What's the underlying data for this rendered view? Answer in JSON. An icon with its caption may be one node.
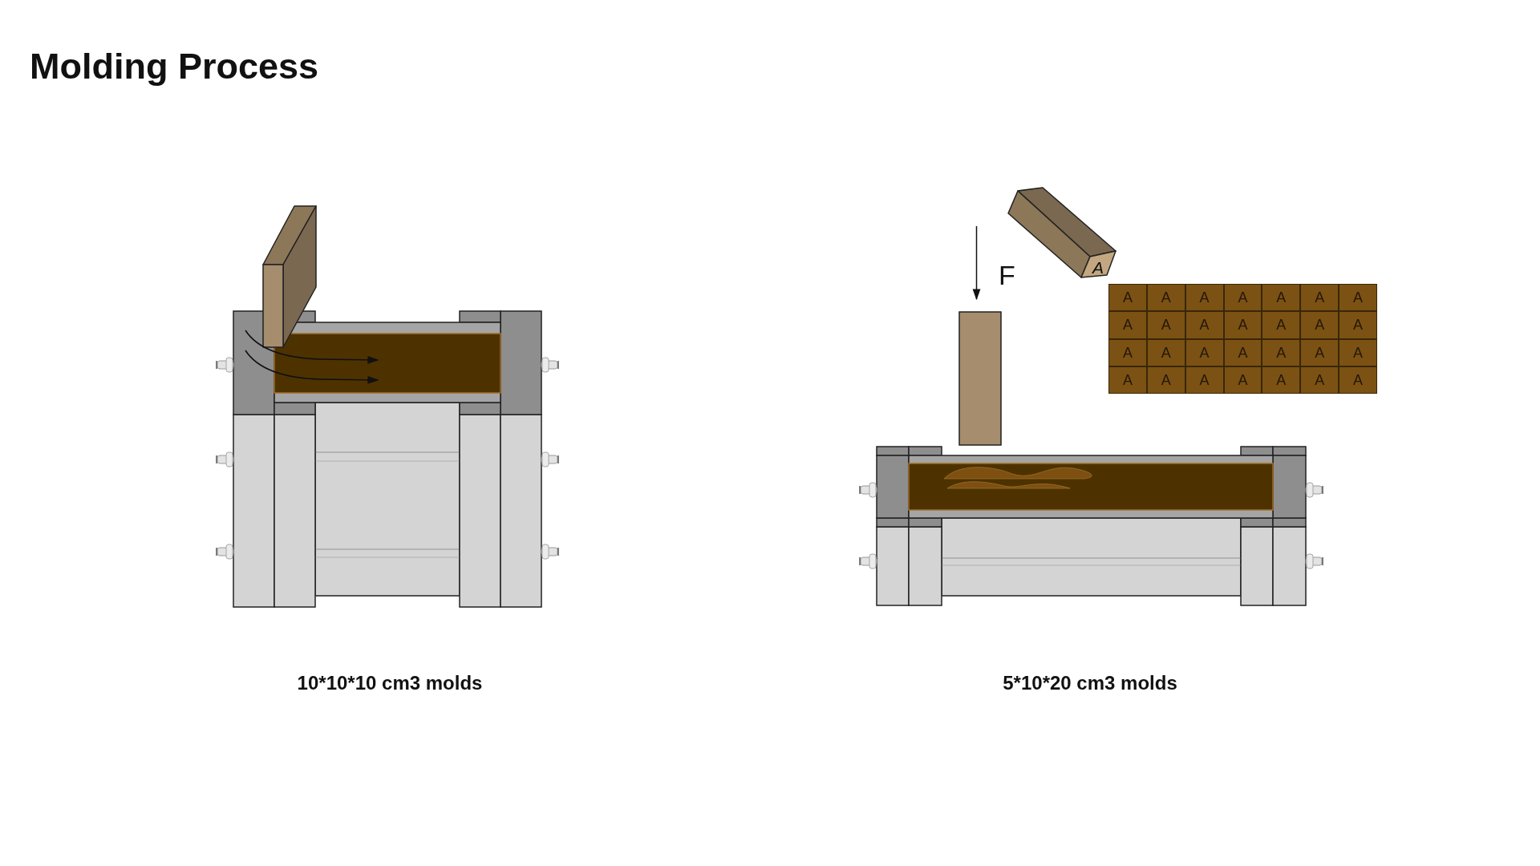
{
  "diagram": {
    "title": "Molding Process",
    "labels": [
      "F",
      "A",
      "A",
      "A",
      "A",
      "A",
      "A",
      "A",
      "A",
      "A",
      "A",
      "A",
      "A",
      "A",
      "A",
      "A",
      "A",
      "A",
      "A",
      "A",
      "A",
      "A",
      "A",
      "A",
      "A",
      "A",
      "A",
      "A",
      "A",
      "A",
      "10*10*10 cm3 molds",
      "5*10*20 cm3 molds"
    ]
  }
}
